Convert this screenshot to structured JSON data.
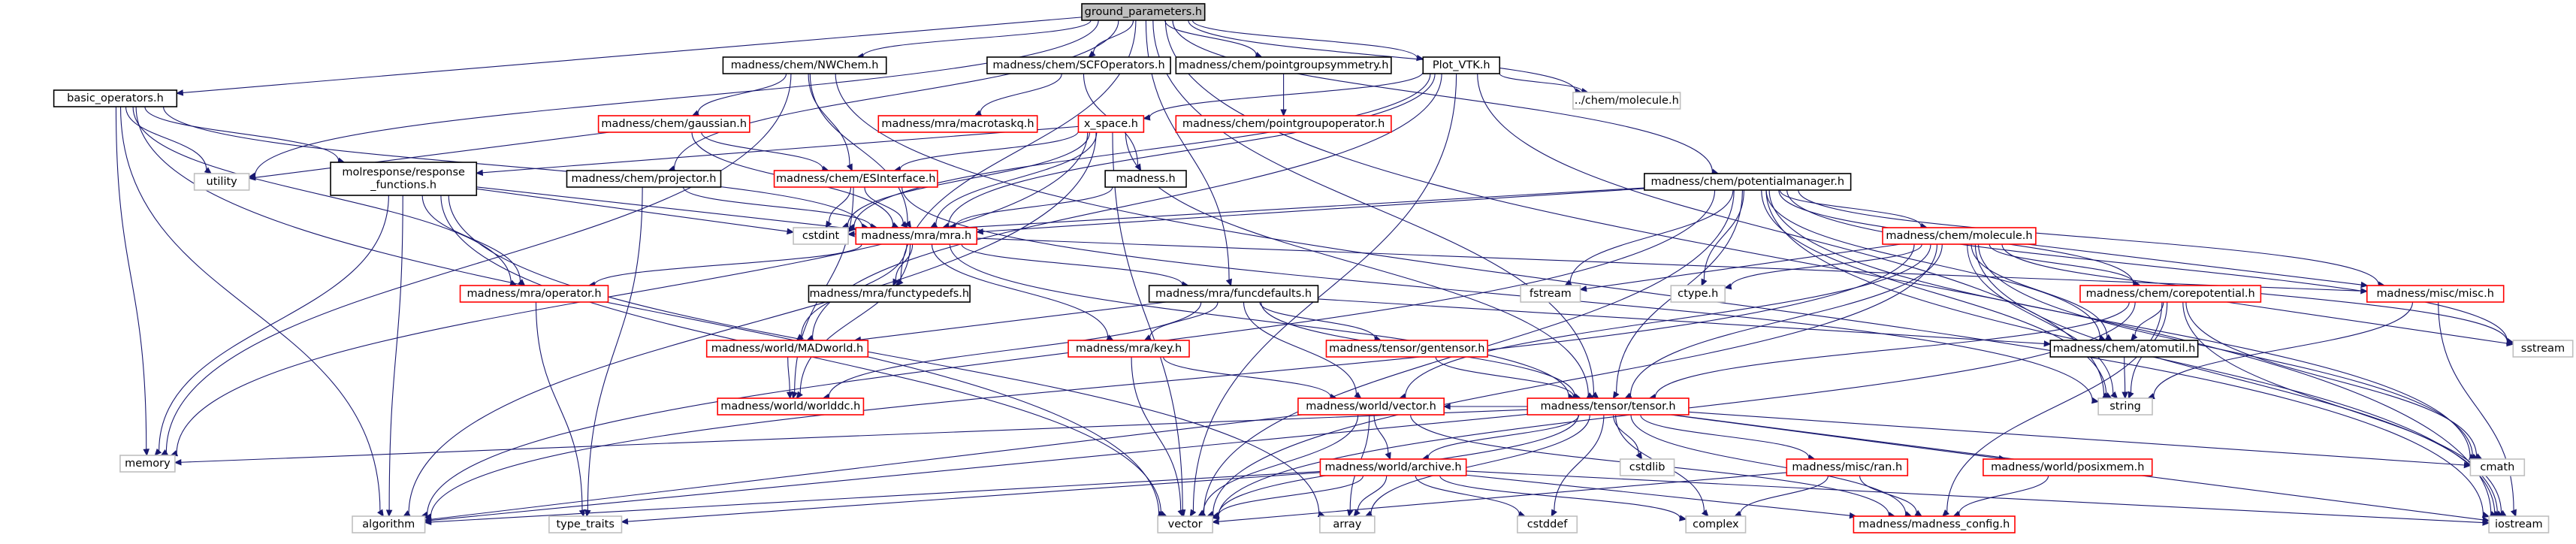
{
  "graph": {
    "nodes": [
      {
        "id": "root",
        "label": "ground_parameters.h",
        "kind": "root"
      },
      {
        "id": "nwchem",
        "label": "madness/chem/NWChem.h",
        "kind": "doc"
      },
      {
        "id": "scfops",
        "label": "madness/chem/SCFOperators.h",
        "kind": "doc"
      },
      {
        "id": "pgsym",
        "label": "madness/chem/pointgroupsymmetry.h",
        "kind": "doc"
      },
      {
        "id": "plotvtk",
        "label": "Plot_VTK.h",
        "kind": "doc"
      },
      {
        "id": "molecule_rel",
        "label": "../chem/molecule.h",
        "kind": "sys"
      },
      {
        "id": "basicops",
        "label": "basic_operators.h",
        "kind": "doc"
      },
      {
        "id": "gaussian",
        "label": "madness/chem/gaussian.h",
        "kind": "nodoc"
      },
      {
        "id": "macrotask",
        "label": "madness/mra/macrotaskq.h",
        "kind": "nodoc"
      },
      {
        "id": "pgop",
        "label": "madness/chem/pointgroupoperator.h",
        "kind": "nodoc"
      },
      {
        "id": "xspace",
        "label": "x_space.h",
        "kind": "nodoc"
      },
      {
        "id": "utility",
        "label": "utility",
        "kind": "sys"
      },
      {
        "id": "molresp",
        "label": "molresponse/response\n_functions.h",
        "kind": "doc"
      },
      {
        "id": "projector",
        "label": "madness/chem/projector.h",
        "kind": "doc"
      },
      {
        "id": "esinterface",
        "label": "madness/chem/ESInterface.h",
        "kind": "nodoc"
      },
      {
        "id": "madnessh",
        "label": "madness.h",
        "kind": "doc"
      },
      {
        "id": "potmgr",
        "label": "madness/chem/potentialmanager.h",
        "kind": "doc"
      },
      {
        "id": "cstdint",
        "label": "cstdint",
        "kind": "sys"
      },
      {
        "id": "mra",
        "label": "madness/mra/mra.h",
        "kind": "nodoc"
      },
      {
        "id": "molecule",
        "label": "madness/chem/molecule.h",
        "kind": "nodoc"
      },
      {
        "id": "operator",
        "label": "madness/mra/operator.h",
        "kind": "nodoc"
      },
      {
        "id": "functypedefs",
        "label": "madness/mra/functypedefs.h",
        "kind": "doc"
      },
      {
        "id": "funcdefaults",
        "label": "madness/mra/funcdefaults.h",
        "kind": "doc"
      },
      {
        "id": "fstream",
        "label": "fstream",
        "kind": "sys"
      },
      {
        "id": "ctype",
        "label": "ctype.h",
        "kind": "sys"
      },
      {
        "id": "corepot",
        "label": "madness/chem/corepotential.h",
        "kind": "nodoc"
      },
      {
        "id": "misc",
        "label": "madness/misc/misc.h",
        "kind": "nodoc"
      },
      {
        "id": "madworld",
        "label": "madness/world/MADworld.h",
        "kind": "nodoc"
      },
      {
        "id": "keyh",
        "label": "madness/mra/key.h",
        "kind": "nodoc"
      },
      {
        "id": "gentensor",
        "label": "madness/tensor/gentensor.h",
        "kind": "nodoc"
      },
      {
        "id": "atomutil",
        "label": "madness/chem/atomutil.h",
        "kind": "doc"
      },
      {
        "id": "sstream",
        "label": "sstream",
        "kind": "sys"
      },
      {
        "id": "worlddc",
        "label": "madness/world/worlddc.h",
        "kind": "nodoc"
      },
      {
        "id": "vectorh",
        "label": "madness/world/vector.h",
        "kind": "nodoc"
      },
      {
        "id": "tensor",
        "label": "madness/tensor/tensor.h",
        "kind": "nodoc"
      },
      {
        "id": "string",
        "label": "string",
        "kind": "sys"
      },
      {
        "id": "archive",
        "label": "madness/world/archive.h",
        "kind": "nodoc"
      },
      {
        "id": "cstdlib",
        "label": "cstdlib",
        "kind": "sys"
      },
      {
        "id": "ran",
        "label": "madness/misc/ran.h",
        "kind": "nodoc"
      },
      {
        "id": "posixmem",
        "label": "madness/world/posixmem.h",
        "kind": "nodoc"
      },
      {
        "id": "memory",
        "label": "memory",
        "kind": "sys"
      },
      {
        "id": "cmath",
        "label": "cmath",
        "kind": "sys"
      },
      {
        "id": "algorithm",
        "label": "algorithm",
        "kind": "sys"
      },
      {
        "id": "typetraits",
        "label": "type_traits",
        "kind": "sys"
      },
      {
        "id": "vector",
        "label": "vector",
        "kind": "sys"
      },
      {
        "id": "array",
        "label": "array",
        "kind": "sys"
      },
      {
        "id": "cstddef",
        "label": "cstddef",
        "kind": "sys"
      },
      {
        "id": "complex",
        "label": "complex",
        "kind": "sys"
      },
      {
        "id": "madconfig",
        "label": "madness/madness_config.h",
        "kind": "nodoc"
      },
      {
        "id": "iostream",
        "label": "iostream",
        "kind": "sys"
      }
    ],
    "edges": [
      [
        "root",
        "nwchem"
      ],
      [
        "root",
        "scfops"
      ],
      [
        "root",
        "pgsym"
      ],
      [
        "root",
        "plotvtk"
      ],
      [
        "root",
        "molecule_rel"
      ],
      [
        "root",
        "basicops"
      ],
      [
        "root",
        "utility"
      ],
      [
        "root",
        "projector"
      ],
      [
        "root",
        "potmgr"
      ],
      [
        "root",
        "funcdefaults"
      ],
      [
        "root",
        "functypedefs"
      ],
      [
        "root",
        "tensor"
      ],
      [
        "root",
        "iostream"
      ],
      [
        "nwchem",
        "gaussian"
      ],
      [
        "nwchem",
        "esinterface"
      ],
      [
        "nwchem",
        "mra"
      ],
      [
        "nwchem",
        "memory"
      ],
      [
        "nwchem",
        "iostream"
      ],
      [
        "scfops",
        "macrotask"
      ],
      [
        "scfops",
        "madnessh"
      ],
      [
        "pgsym",
        "pgop"
      ],
      [
        "plotvtk",
        "xspace"
      ],
      [
        "plotvtk",
        "molecule_rel"
      ],
      [
        "plotvtk",
        "string"
      ],
      [
        "plotvtk",
        "mra"
      ],
      [
        "plotvtk",
        "madworld"
      ],
      [
        "plotvtk",
        "cstdint"
      ],
      [
        "plotvtk",
        "vector"
      ],
      [
        "basicops",
        "utility"
      ],
      [
        "basicops",
        "mra"
      ],
      [
        "basicops",
        "molresp"
      ],
      [
        "basicops",
        "operator"
      ],
      [
        "basicops",
        "memory"
      ],
      [
        "basicops",
        "algorithm"
      ],
      [
        "basicops",
        "vector"
      ],
      [
        "gaussian",
        "esinterface"
      ],
      [
        "gaussian",
        "mra"
      ],
      [
        "gaussian",
        "utility"
      ],
      [
        "xspace",
        "molresp"
      ],
      [
        "xspace",
        "esinterface"
      ],
      [
        "xspace",
        "mra"
      ],
      [
        "xspace",
        "cstdint"
      ],
      [
        "xspace",
        "memory"
      ],
      [
        "xspace",
        "vector"
      ],
      [
        "xspace",
        "algorithm"
      ],
      [
        "xspace",
        "tensor"
      ],
      [
        "molresp",
        "cstdint"
      ],
      [
        "molresp",
        "mra"
      ],
      [
        "molresp",
        "operator"
      ],
      [
        "molresp",
        "memory"
      ],
      [
        "molresp",
        "algorithm"
      ],
      [
        "molresp",
        "vector"
      ],
      [
        "molresp",
        "array"
      ],
      [
        "projector",
        "mra"
      ],
      [
        "projector",
        "typetraits"
      ],
      [
        "esinterface",
        "mra"
      ],
      [
        "esinterface",
        "cstdint"
      ],
      [
        "esinterface",
        "string"
      ],
      [
        "esinterface",
        "worlddc"
      ],
      [
        "madnessh",
        "mra"
      ],
      [
        "potmgr",
        "mra"
      ],
      [
        "potmgr",
        "molecule"
      ],
      [
        "potmgr",
        "corepot"
      ],
      [
        "potmgr",
        "misc"
      ],
      [
        "potmgr",
        "fstream"
      ],
      [
        "potmgr",
        "ctype"
      ],
      [
        "potmgr",
        "atomutil"
      ],
      [
        "potmgr",
        "tensor"
      ],
      [
        "potmgr",
        "string"
      ],
      [
        "potmgr",
        "vector"
      ],
      [
        "potmgr",
        "cmath"
      ],
      [
        "potmgr",
        "iostream"
      ],
      [
        "potmgr",
        "sstream"
      ],
      [
        "potmgr",
        "cstdint"
      ],
      [
        "potmgr",
        "algorithm"
      ],
      [
        "mra",
        "operator"
      ],
      [
        "mra",
        "functypedefs"
      ],
      [
        "mra",
        "funcdefaults"
      ],
      [
        "mra",
        "madworld"
      ],
      [
        "mra",
        "keyh"
      ],
      [
        "mra",
        "misc"
      ],
      [
        "mra",
        "tensor"
      ],
      [
        "mra",
        "worlddc"
      ],
      [
        "molecule",
        "corepot"
      ],
      [
        "molecule",
        "atomutil"
      ],
      [
        "molecule",
        "misc"
      ],
      [
        "molecule",
        "fstream"
      ],
      [
        "molecule",
        "ctype"
      ],
      [
        "molecule",
        "tensor"
      ],
      [
        "molecule",
        "string"
      ],
      [
        "molecule",
        "vectorh"
      ],
      [
        "molecule",
        "cmath"
      ],
      [
        "molecule",
        "sstream"
      ],
      [
        "molecule",
        "iostream"
      ],
      [
        "molecule",
        "vector"
      ],
      [
        "molecule",
        "algorithm"
      ],
      [
        "corepot",
        "atomutil"
      ],
      [
        "corepot",
        "string"
      ],
      [
        "corepot",
        "tensor"
      ],
      [
        "corepot",
        "cmath"
      ],
      [
        "corepot",
        "sstream"
      ],
      [
        "corepot",
        "iostream"
      ],
      [
        "corepot",
        "vector"
      ],
      [
        "corepot",
        "madconfig"
      ],
      [
        "atomutil",
        "string"
      ],
      [
        "misc",
        "string"
      ],
      [
        "misc",
        "iostream"
      ],
      [
        "funcdefaults",
        "madworld"
      ],
      [
        "funcdefaults",
        "keyh"
      ],
      [
        "funcdefaults",
        "gentensor"
      ],
      [
        "funcdefaults",
        "tensor"
      ],
      [
        "funcdefaults",
        "vectorh"
      ],
      [
        "funcdefaults",
        "atomutil"
      ],
      [
        "funcdefaults",
        "worlddc"
      ],
      [
        "operator",
        "typetraits"
      ],
      [
        "madworld",
        "worlddc"
      ],
      [
        "keyh",
        "vectorh"
      ],
      [
        "keyh",
        "vector"
      ],
      [
        "gentensor",
        "tensor"
      ],
      [
        "vectorh",
        "archive"
      ],
      [
        "vectorh",
        "vector"
      ],
      [
        "vectorh",
        "array"
      ],
      [
        "vectorh",
        "algorithm"
      ],
      [
        "vectorh",
        "madconfig"
      ],
      [
        "tensor",
        "archive"
      ],
      [
        "tensor",
        "ran"
      ],
      [
        "tensor",
        "posixmem"
      ],
      [
        "tensor",
        "cstdlib"
      ],
      [
        "tensor",
        "memory"
      ],
      [
        "tensor",
        "cmath"
      ],
      [
        "tensor",
        "complex"
      ],
      [
        "tensor",
        "vector"
      ],
      [
        "tensor",
        "array"
      ],
      [
        "tensor",
        "cstddef"
      ],
      [
        "tensor",
        "algorithm"
      ],
      [
        "tensor",
        "iostream"
      ],
      [
        "tensor",
        "madconfig"
      ],
      [
        "tensor",
        "vectorh"
      ],
      [
        "archive",
        "typetraits"
      ],
      [
        "archive",
        "vector"
      ],
      [
        "archive",
        "array"
      ],
      [
        "archive",
        "cstddef"
      ],
      [
        "archive",
        "complex"
      ],
      [
        "archive",
        "iostream"
      ],
      [
        "archive",
        "algorithm"
      ],
      [
        "archive",
        "madconfig"
      ],
      [
        "ran",
        "complex"
      ],
      [
        "ran",
        "vector"
      ],
      [
        "ran",
        "madconfig"
      ],
      [
        "posixmem",
        "madconfig"
      ]
    ]
  },
  "colors": {
    "root_fill": "#bfbfbf",
    "node_fill": "#ffffff",
    "doc_border": "#000000",
    "nodoc_border": "#ff0000",
    "sys_border": "#bfbfbf",
    "edge": "#191970"
  }
}
